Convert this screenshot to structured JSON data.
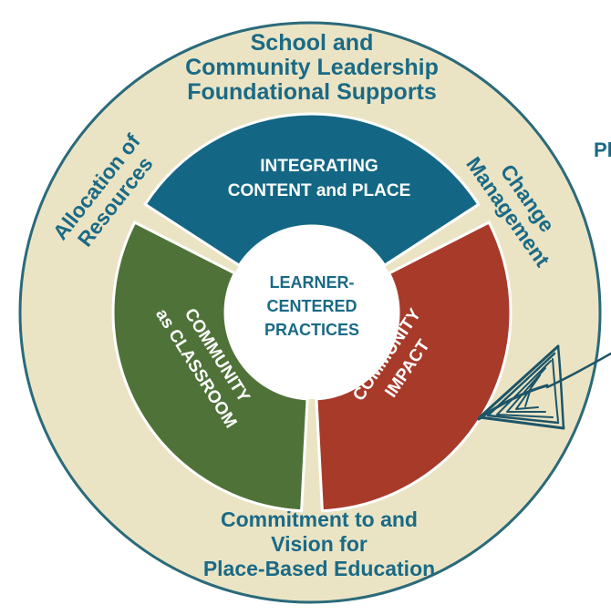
{
  "colors": {
    "outer_ring": "#ebe4c4",
    "outer_ring_edge": "#2a6a7a",
    "teal_text": "#1a6a86",
    "segment_top": "#136784",
    "segment_left": "#4f7239",
    "segment_right": "#a83a2a",
    "center": "#ffffff",
    "arrow": "#1d5568"
  },
  "outer_ring": {
    "top_label": [
      "School and",
      "Community Leadership",
      "Foundational Supports"
    ],
    "left_label": [
      "Allocation of",
      "Resources"
    ],
    "right_label": [
      "Change",
      "Management"
    ],
    "bottom_label": [
      "Commitment to and",
      "Vision for",
      "Place-Based Education"
    ]
  },
  "segments": {
    "top": [
      "INTEGRATING",
      "CONTENT and PLACE"
    ],
    "left": [
      "COMMUNITY",
      "as CLASSROOM"
    ],
    "right": [
      "COMMUNITY",
      "IMPACT"
    ]
  },
  "center_label": [
    "LEARNER-",
    "CENTERED",
    "PRACTICES"
  ],
  "edge_text": "Pl",
  "icons": {
    "arrow": "hand-drawn-arrow-icon"
  }
}
